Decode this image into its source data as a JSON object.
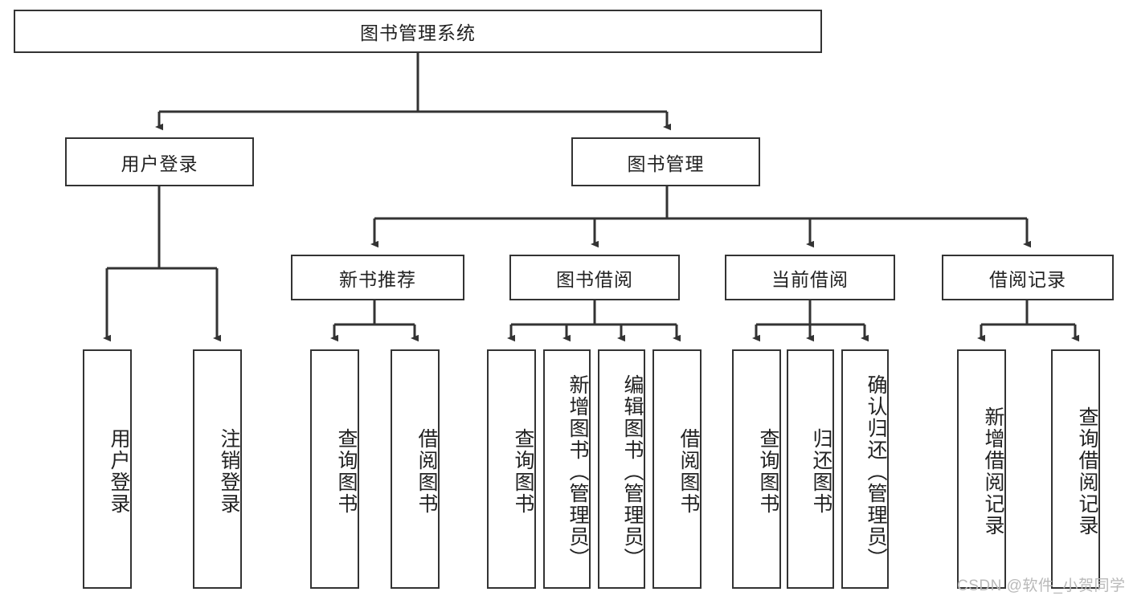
{
  "diagram": {
    "title": "图书管理系统",
    "type": "hierarchy-tree",
    "background": "#ffffff",
    "line_color": "#333333",
    "box_border_color": "#333333",
    "box_fill": "#ffffff",
    "text_color": "#222222",
    "levels": [
      {
        "level": 1,
        "nodes": [
          {
            "id": "root",
            "label": "图书管理系统",
            "orientation": "horizontal"
          }
        ]
      },
      {
        "level": 2,
        "nodes": [
          {
            "id": "login",
            "label": "用户登录",
            "orientation": "horizontal",
            "parent": "root"
          },
          {
            "id": "bookmgmt",
            "label": "图书管理",
            "orientation": "horizontal",
            "parent": "root"
          }
        ]
      },
      {
        "level": 3,
        "nodes": [
          {
            "id": "newbook",
            "label": "新书推荐",
            "orientation": "horizontal",
            "parent": "bookmgmt"
          },
          {
            "id": "borrow",
            "label": "图书借阅",
            "orientation": "horizontal",
            "parent": "bookmgmt"
          },
          {
            "id": "current",
            "label": "当前借阅",
            "orientation": "horizontal",
            "parent": "bookmgmt"
          },
          {
            "id": "records",
            "label": "借阅记录",
            "orientation": "horizontal",
            "parent": "bookmgmt"
          }
        ]
      },
      {
        "level": 4,
        "nodes": [
          {
            "id": "leaf1",
            "label": "用户登录",
            "orientation": "vertical",
            "parent": "login"
          },
          {
            "id": "leaf2",
            "label": "注销登录",
            "orientation": "vertical",
            "parent": "login"
          },
          {
            "id": "leaf3",
            "label": "查询图书",
            "orientation": "vertical",
            "parent": "newbook"
          },
          {
            "id": "leaf4",
            "label": "借阅图书",
            "orientation": "vertical",
            "parent": "newbook"
          },
          {
            "id": "leaf5",
            "label": "查询图书",
            "orientation": "vertical",
            "parent": "borrow"
          },
          {
            "id": "leaf6",
            "label": "新增图书（管理员）",
            "orientation": "vertical",
            "parent": "borrow"
          },
          {
            "id": "leaf7",
            "label": "编辑图书（管理员）",
            "orientation": "vertical",
            "parent": "borrow"
          },
          {
            "id": "leaf8",
            "label": "借阅图书",
            "orientation": "vertical",
            "parent": "borrow"
          },
          {
            "id": "leaf9",
            "label": "查询图书",
            "orientation": "vertical",
            "parent": "current"
          },
          {
            "id": "leaf10",
            "label": "归还图书",
            "orientation": "vertical",
            "parent": "current"
          },
          {
            "id": "leaf11",
            "label": "确认归还（管理员）",
            "orientation": "vertical",
            "parent": "current"
          },
          {
            "id": "leaf12",
            "label": "新增借阅记录",
            "orientation": "vertical",
            "parent": "records"
          },
          {
            "id": "leaf13",
            "label": "查询借阅记录",
            "orientation": "vertical",
            "parent": "records"
          }
        ]
      }
    ]
  },
  "watermark": {
    "text": "CSDN @软件_小贺同学",
    "color": "#b9b9b9"
  }
}
